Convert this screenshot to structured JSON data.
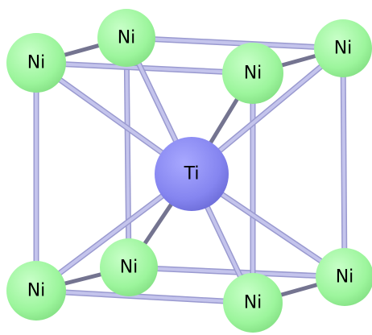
{
  "structure": {
    "colors": {
      "background": "#ffffff",
      "ni_atom": "#9cf59c",
      "ti_atom": "#8585f0",
      "bond_light": "#c4c4ec",
      "bond_light_edge": "#9a9ad0",
      "bond_dark": "#747490"
    },
    "atoms": [
      {
        "id": "ni-back-top-left",
        "element": "Ni"
      },
      {
        "id": "ni-back-top-right",
        "element": "Ni"
      },
      {
        "id": "ni-front-top-left",
        "element": "Ni"
      },
      {
        "id": "ni-front-top-right",
        "element": "Ni"
      },
      {
        "id": "ni-back-bottom-left",
        "element": "Ni"
      },
      {
        "id": "ni-back-bottom-right",
        "element": "Ni"
      },
      {
        "id": "ni-front-bottom-left",
        "element": "Ni"
      },
      {
        "id": "ni-front-bottom-right",
        "element": "Ni"
      },
      {
        "id": "ti-center",
        "element": "Ti"
      }
    ]
  }
}
